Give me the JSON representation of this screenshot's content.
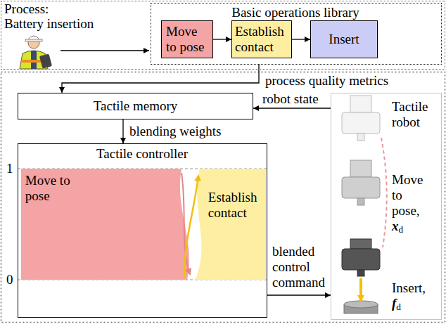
{
  "diagram": {
    "nodes": [
      {
        "text": [
          "Process:",
          "Battery insertion"
        ]
      },
      {
        "text": [
          "Basic operations library"
        ],
        "in": 0
      },
      {
        "text": [
          "Move to pose"
        ],
        "in": 1
      },
      {
        "text": [
          "Establish contact"
        ],
        "in": 1
      },
      {
        "text": [
          "Insert"
        ],
        "in": 1
      },
      {
        "text": [
          "Tactile memory"
        ]
      },
      {
        "text": [
          "Tactile controller"
        ]
      },
      {
        "text": [
          "Move to pose"
        ],
        "in": 6
      },
      {
        "text": [
          "Establish contact"
        ],
        "in": 6
      },
      {
        "text": [
          "Tactile robot",
          "Move to pose, xd",
          "Insert, fd"
        ]
      }
    ],
    "edges": [
      {
        "from": 2,
        "to": 3,
        "arrow": "to"
      },
      {
        "from": 3,
        "to": 4,
        "arrow": "to"
      },
      {
        "from": 1,
        "to": 5,
        "label": "process quality metrics",
        "arrow": "to"
      },
      {
        "from": 9,
        "to": 5,
        "label": "robot state",
        "arrow": "to"
      },
      {
        "from": 5,
        "to": 6,
        "label": "blending weights",
        "arrow": "to"
      },
      {
        "from": 6,
        "to": 9,
        "label": "blended control command",
        "arrow": "to"
      }
    ],
    "labels": [
      "1",
      "0"
    ]
  }
}
